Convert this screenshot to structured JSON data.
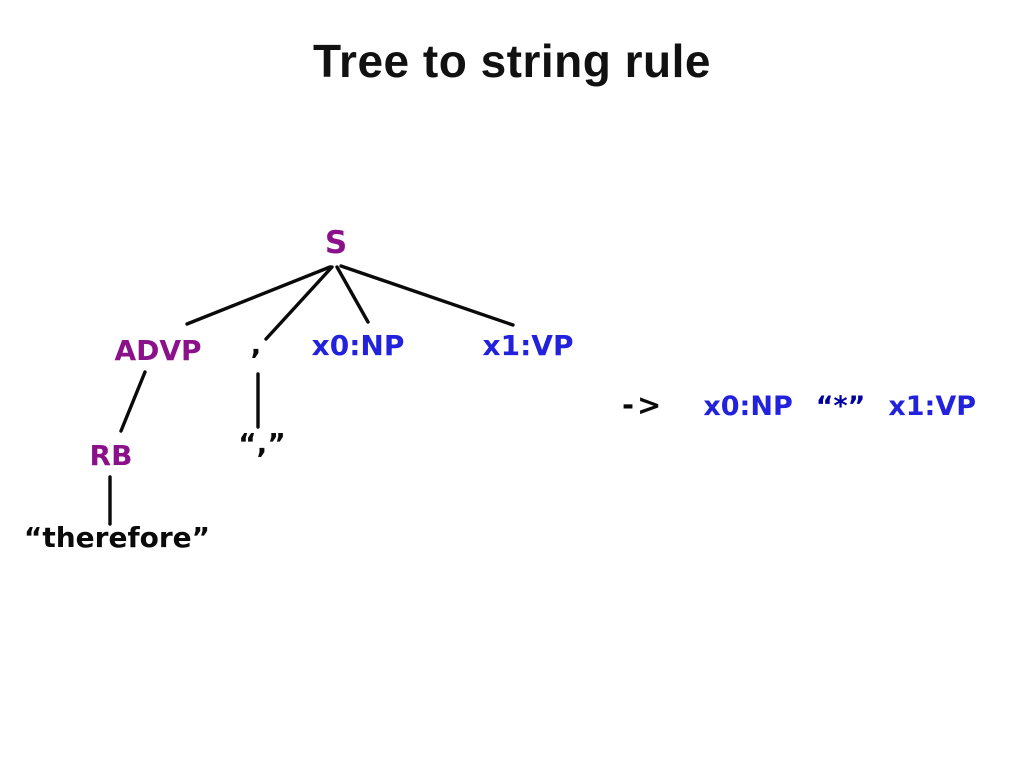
{
  "title": "Tree to string rule",
  "colors": {
    "purple": "#8b118b",
    "blue": "#2222dd",
    "navy": "#0000a0",
    "black": "#0a0a0a",
    "line": "#0a0a0a",
    "background": "#ffffff"
  },
  "tree": {
    "root": {
      "label": "S"
    },
    "children": [
      {
        "label": "ADVP"
      },
      {
        "label": ","
      },
      {
        "label": "x0:NP"
      },
      {
        "label": "x1:VP"
      }
    ],
    "advp_child": {
      "label": "RB"
    },
    "rb_child": {
      "label": "“therefore”"
    },
    "comma_child": {
      "label": "“,”"
    }
  },
  "rule": {
    "arrow": "->",
    "items": [
      {
        "text": "x0:NP"
      },
      {
        "text": "“*”"
      },
      {
        "text": "x1:VP"
      }
    ]
  }
}
